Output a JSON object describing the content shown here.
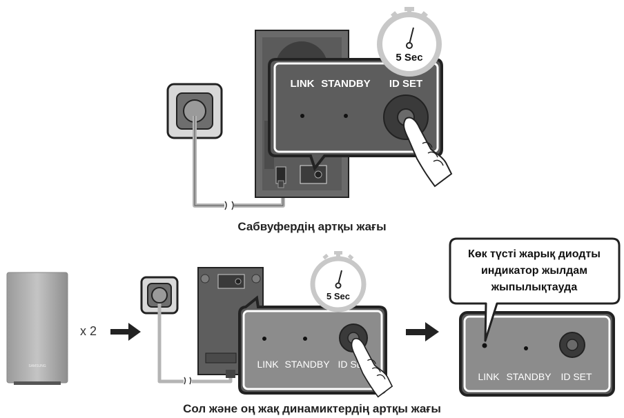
{
  "top_panel": {
    "timer_label": "5 Sec",
    "link_label": "LINK",
    "standby_label": "STANDBY",
    "idset_label": "ID SET",
    "caption": "Сабвуфердің артқы жағы"
  },
  "bottom_panel": {
    "brand_label": "SAMSUNG",
    "multiplier_label": "x 2",
    "timer_label": "5 Sec",
    "link_label": "LINK",
    "standby_label": "STANDBY",
    "idset_label": "ID SET",
    "caption": "Сол және оң жақ динамиктердің артқы жағы"
  },
  "result_panel": {
    "callout_line1": "Көк түсті жарық диодты",
    "callout_line2": "индикатор жылдам",
    "callout_line3": "жыпылықтауда",
    "link_label": "LINK",
    "standby_label": "STANDBY",
    "idset_label": "ID SET"
  },
  "colors": {
    "panel_dark": "#5a5a5a",
    "panel_mid": "#8c8c8c",
    "button_dark": "#3a3a3a",
    "outlet_gray": "#6e6e6e",
    "cable_gray": "#b4b4b4",
    "timer_ring": "#c8c8c8"
  }
}
